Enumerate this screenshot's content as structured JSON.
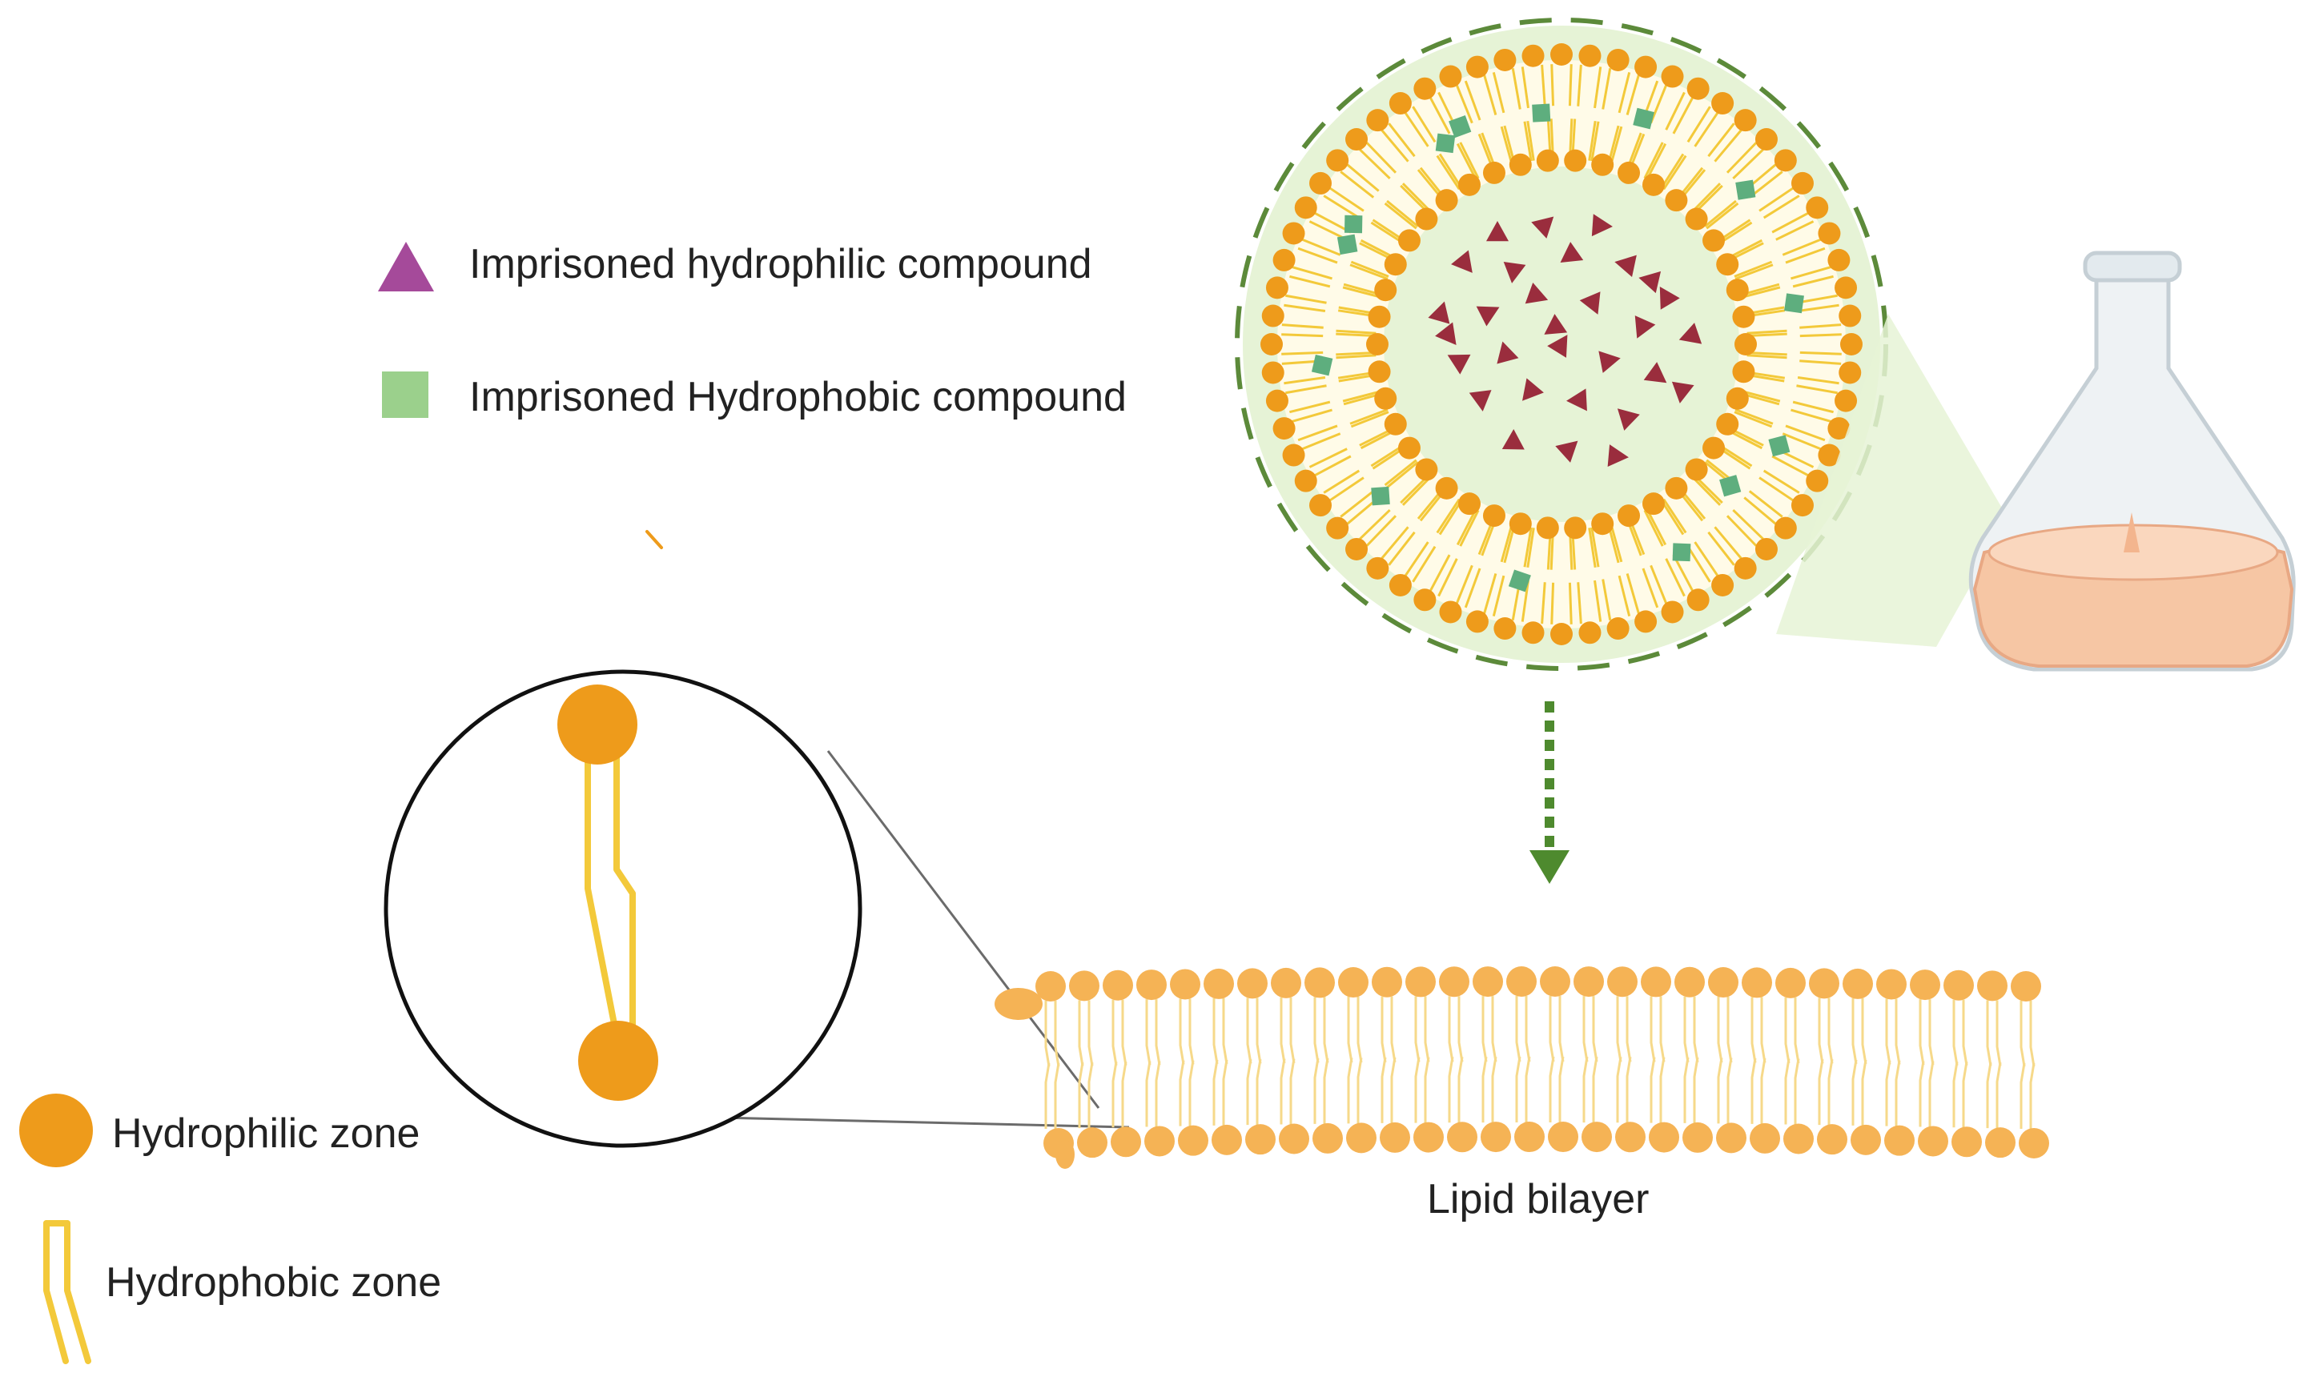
{
  "legend": {
    "hydrophilic_compound": "Imprisoned hydrophilic compound",
    "hydrophobic_compound": "Imprisoned Hydrophobic compound",
    "hydrophilic_zone": "Hydrophilic zone",
    "hydrophobic_zone": "Hydrophobic zone"
  },
  "bilayer_label": "Lipid bilayer",
  "colors": {
    "lipid_head": "#EE9B1B",
    "lipid_head_light": "#F5B355",
    "lipid_tail": "#F3C93A",
    "hydrophilic_marker": "#A54A9A",
    "hydrophobic_marker": "#9BD08C",
    "encapsulated_triangle": "#9A2D3D",
    "embedded_square": "#5EAE7E",
    "liposome_halo": "#E6F3D6",
    "dashed_outline": "#5C8A3A",
    "arrow": "#4E8A2E",
    "flask_liquid": "#F6C6A4",
    "flask_glass": "#E3EAEE"
  }
}
